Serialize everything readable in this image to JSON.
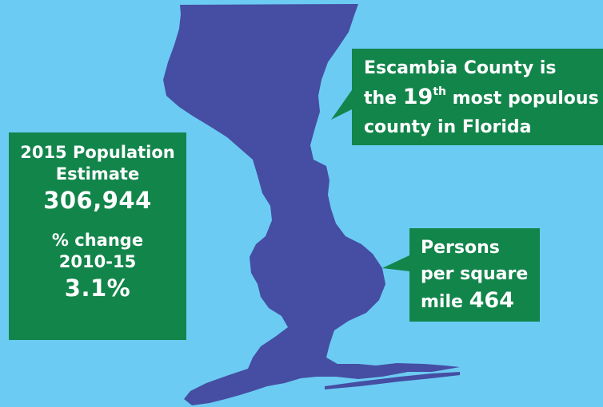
{
  "colors": {
    "background": "#6ccbf3",
    "county": "#454ea2",
    "callout": "#12854b",
    "text": "#ffffff"
  },
  "stats": {
    "population_label_1": "2015 Population",
    "population_label_2": "Estimate",
    "population_value": "306,944",
    "change_label_1": "% change",
    "change_label_2": "2010-15",
    "change_value": "3.1%"
  },
  "rank": {
    "line1": "Escambia County is",
    "line2_prefix": "the ",
    "rank_number": "19",
    "rank_suffix": "th",
    "line2_suffix": " most populous",
    "line3": "county in Florida"
  },
  "density": {
    "line1": "Persons",
    "line2": "per square",
    "line3_prefix": "mile ",
    "value": "464"
  }
}
